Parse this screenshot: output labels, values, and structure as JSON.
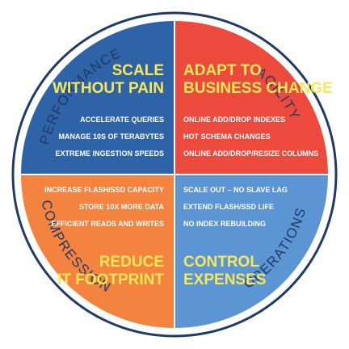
{
  "colors": {
    "ring": "#1f3a68",
    "performance": "#2f63a7",
    "agility": "#ec4a3d",
    "compression": "#f3833f",
    "operations": "#5c95d3",
    "yellow_text": "#f7e858",
    "white_text": "#ffffff"
  },
  "ring_labels": {
    "performance": "PERFORMANCE",
    "agility": "AGILITY",
    "compression": "COMPRESSION",
    "operations": "OPERATIONS"
  },
  "quadrants": {
    "performance": {
      "title_line1": "SCALE",
      "title_line2": "WITHOUT PAIN",
      "items": [
        "ACCELERATE QUERIES",
        "MANAGE 10S  OF TERABYTES",
        "EXTREME INGESTION SPEEDS"
      ]
    },
    "agility": {
      "title_line1": "ADAPT TO",
      "title_line2": "BUSINESS CHANGE",
      "items": [
        "ONLINE ADD/DROP INDEXES",
        "HOT SCHEMA CHANGES",
        "ONLINE ADD/DROP/RESIZE COLUMNS"
      ]
    },
    "compression": {
      "title_line1": "REDUCE",
      "title_line2": "IT FOOTPRINT",
      "items": [
        "INCREASE FLASH/SSD CAPACITY",
        "STORE 10X MORE DATA",
        "EFFICIENT READS AND WRITES"
      ]
    },
    "operations": {
      "title_line1": "CONTROL",
      "title_line2": "EXPENSES",
      "items": [
        "SCALE OUT – NO SLAVE LAG",
        "EXTEND FLASH/SSD LIFE",
        "NO INDEX REBUILDING"
      ]
    }
  }
}
